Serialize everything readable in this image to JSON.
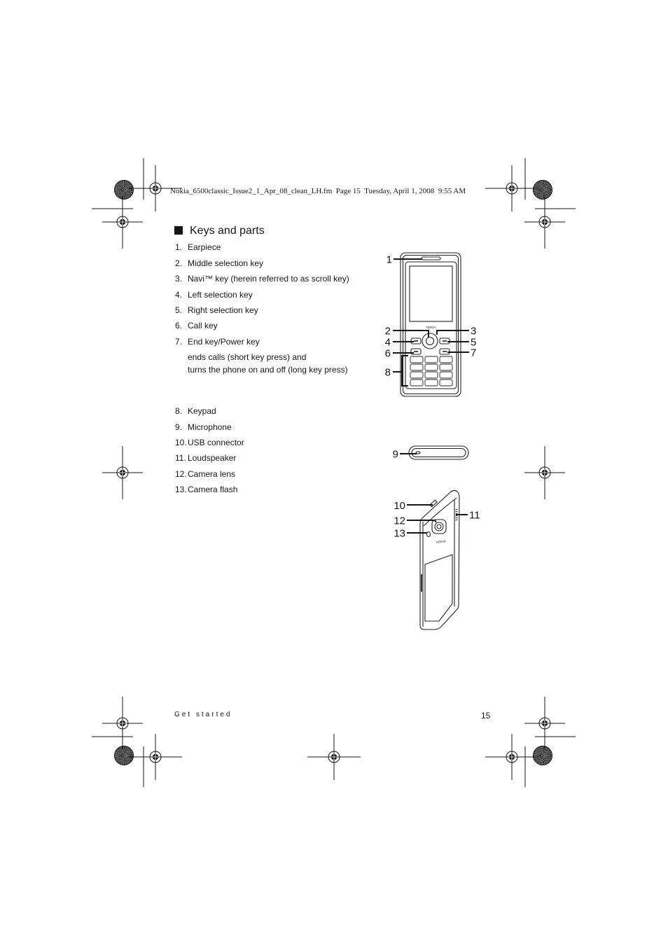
{
  "slug": "Nokia_6500classic_Issue2_1_Apr_08_clean_LH.fm  Page 15  Tuesday, April 1, 2008  9:55 AM",
  "section": {
    "title": "Keys and parts",
    "front_items": [
      {
        "num": "1.",
        "label": "Earpiece"
      },
      {
        "num": "2.",
        "label": "Middle selection key"
      },
      {
        "num": "3.",
        "label": "Navi™ key (herein referred to as scroll key)"
      },
      {
        "num": "4.",
        "label": "Left selection key"
      },
      {
        "num": "5.",
        "label": "Right selection key"
      },
      {
        "num": "6.",
        "label": "Call key"
      },
      {
        "num": "7.",
        "label": "End key/Power key"
      }
    ],
    "end_key_notes": [
      "ends calls (short key press) and",
      "turns the phone on and off (long key press)"
    ],
    "other_items": [
      {
        "num": "8.",
        "label": "Keypad"
      },
      {
        "num": "9.",
        "label": "Microphone"
      },
      {
        "num": "10.",
        "label": "USB connector"
      },
      {
        "num": "11.",
        "label": "Loudspeaker"
      },
      {
        "num": "12.",
        "label": "Camera lens"
      },
      {
        "num": "13.",
        "label": "Camera flash"
      }
    ]
  },
  "illustration": {
    "callouts": [
      "1",
      "2",
      "3",
      "4",
      "5",
      "6",
      "7",
      "8",
      "9",
      "10",
      "11",
      "12",
      "13"
    ],
    "brand_logo": "NOKIA"
  },
  "footer": {
    "section_name": "Get started",
    "page_number": "15"
  }
}
